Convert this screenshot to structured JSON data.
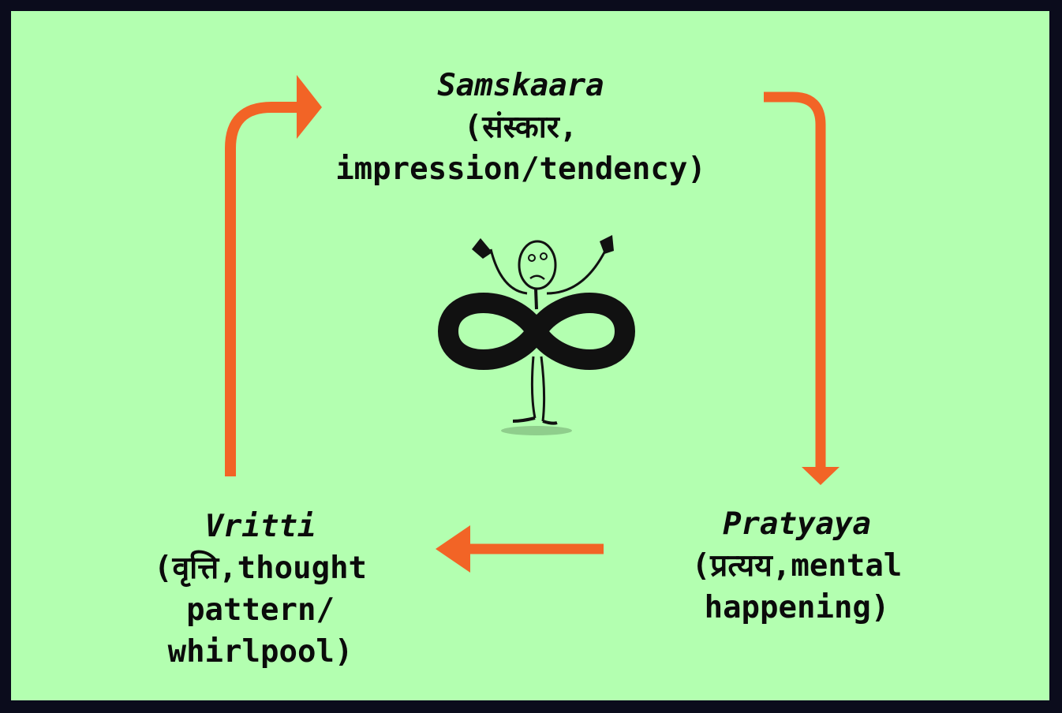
{
  "nodes": {
    "samskaara": {
      "title": "Samskaara",
      "line1": "(संस्कार,",
      "line2": "impression/tendency)"
    },
    "pratyaya": {
      "title": "Pratyaya",
      "line1": "(प्रत्यय,mental",
      "line2": "happening)"
    },
    "vritti": {
      "title": "Vritti",
      "line1": "(वृत्ति,thought",
      "line2": "pattern/",
      "line3": "whirlpool)"
    }
  },
  "colors": {
    "background": "#b3ffb0",
    "border": "#0b0c1c",
    "arrow": "#f26426",
    "text": "#0b0b0b"
  },
  "icons": {
    "center": "stick-figure-infinity-icon"
  }
}
